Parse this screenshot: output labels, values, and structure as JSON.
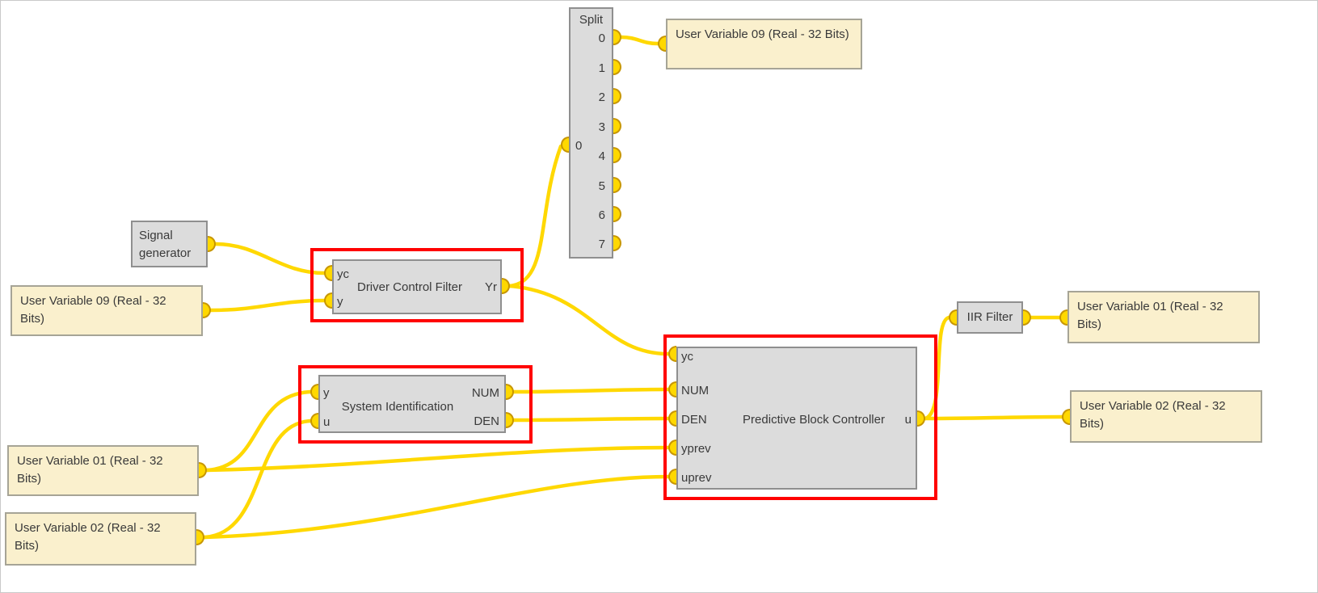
{
  "colors": {
    "wire": "#ffd800",
    "port_fill": "#ffd800",
    "port_border": "#c79600",
    "gray_fill": "#dcdcdc",
    "gray_border": "#8f8f8f",
    "yellow_fill": "#faf0cd",
    "yellow_border": "#a6a496",
    "highlight": "#ff0000",
    "text": "#3a3a3a"
  },
  "blocks": {
    "split": {
      "title": "Split",
      "input": "0",
      "outputs": [
        "0",
        "1",
        "2",
        "3",
        "4",
        "5",
        "6",
        "7"
      ]
    },
    "signal_generator": {
      "label": "Signal generator"
    },
    "user_variable_09_sink": {
      "label": "User Variable 09 (Real - 32 Bits)"
    },
    "user_variable_09_source": {
      "label": "User Variable 09 (Real - 32 Bits)"
    },
    "user_variable_01_source": {
      "label": "User Variable 01 (Real - 32 Bits)"
    },
    "user_variable_02_source": {
      "label": "User Variable 02 (Real - 32 Bits)"
    },
    "user_variable_01_sink": {
      "label": "User Variable 01 (Real - 32 Bits)"
    },
    "user_variable_02_sink": {
      "label": "User Variable 02 (Real - 32 Bits)"
    },
    "driver_control_filter": {
      "label": "Driver Control Filter",
      "input_yc": "yc",
      "input_y": "y",
      "output_yr": "Yr"
    },
    "system_identification": {
      "label": "System Identification",
      "input_y": "y",
      "input_u": "u",
      "output_num": "NUM",
      "output_den": "DEN"
    },
    "predictive_block_controller": {
      "label": "Predictive Block Controller",
      "input_yc": "yc",
      "input_num": "NUM",
      "input_den": "DEN",
      "input_yprev": "yprev",
      "input_uprev": "uprev",
      "output_u": "u"
    },
    "iir_filter": {
      "label": "IIR Filter"
    }
  }
}
